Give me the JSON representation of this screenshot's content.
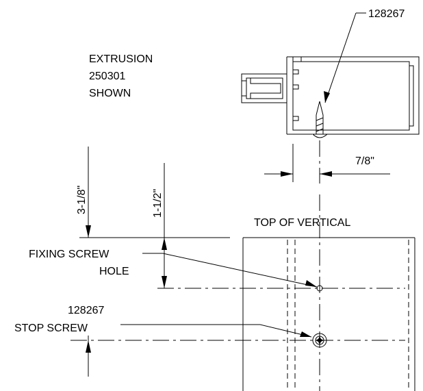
{
  "part_ref_top": "128267",
  "extrusion_note": [
    "EXTRUSION",
    "250301",
    "SHOWN"
  ],
  "dim_horizontal": "7/8\"",
  "dim_vertical_long": "3-1/8\"",
  "dim_vertical_short": "1-1/2\"",
  "section_title": "TOP OF VERTICAL",
  "fixing_screw_label": [
    "FIXING SCREW",
    "HOLE"
  ],
  "stop_screw_label": [
    "128267",
    "STOP SCREW"
  ]
}
